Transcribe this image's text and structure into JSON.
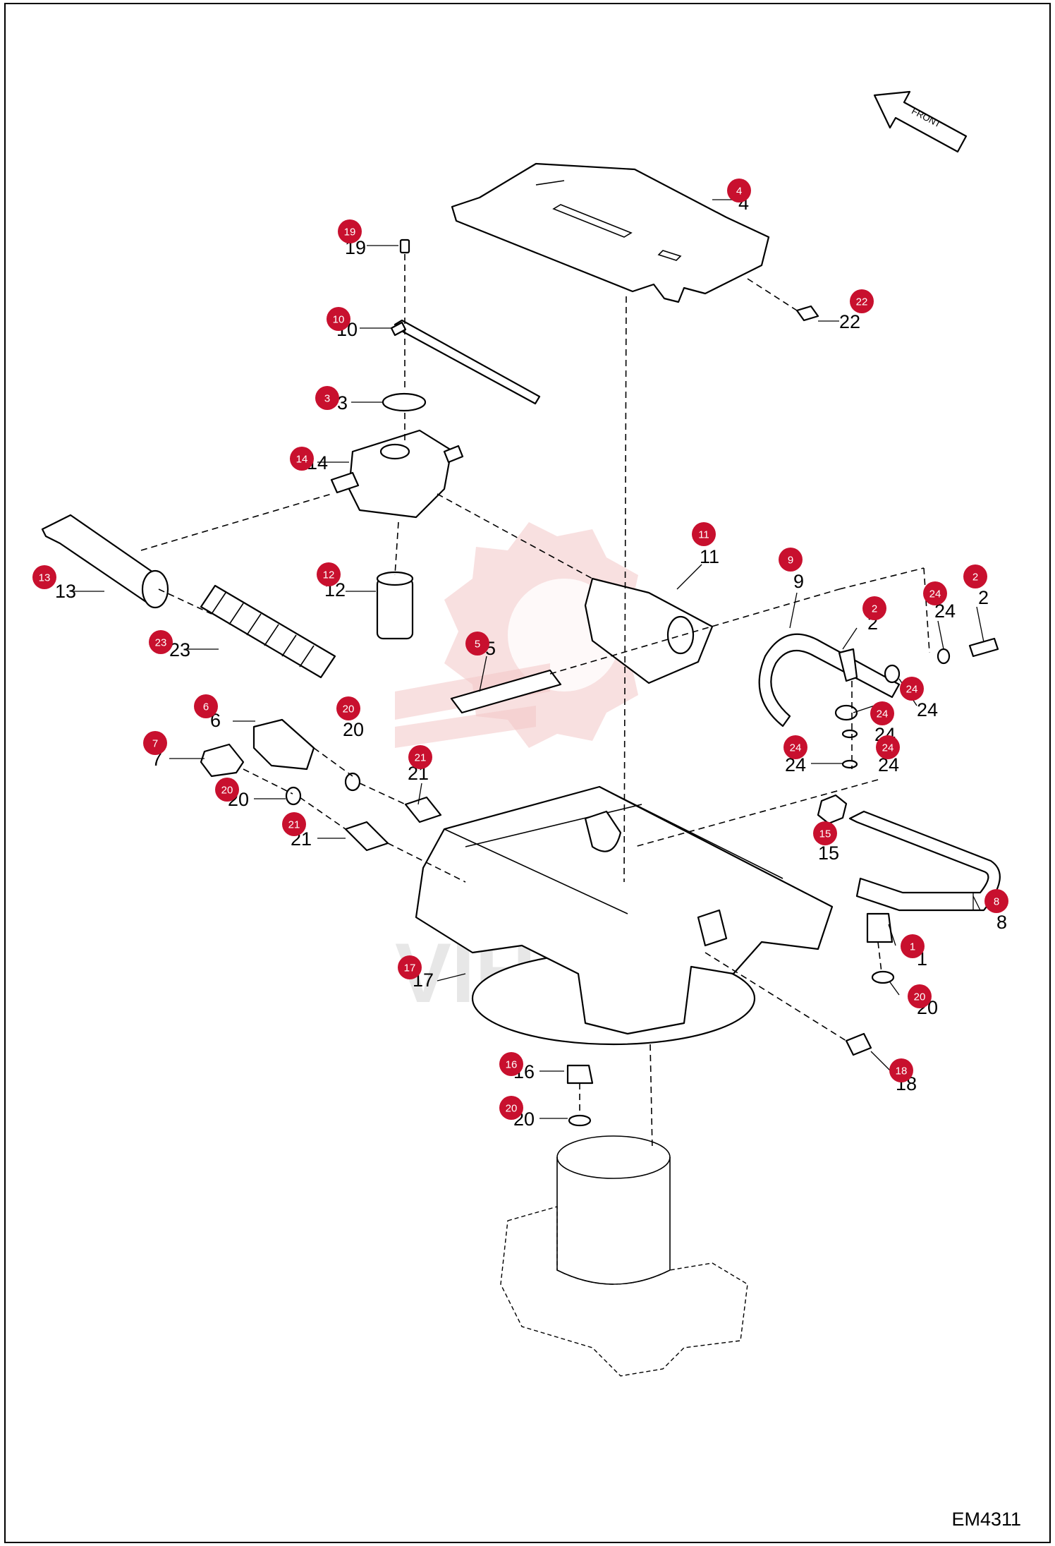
{
  "drawing_code": "EM4311",
  "front_arrow_label": "FRONT",
  "watermark_text": "VIHTEX",
  "badge_color": "#c8102e",
  "callouts": [
    {
      "id": "4",
      "label": "4"
    },
    {
      "id": "19",
      "label": "19"
    },
    {
      "id": "22",
      "label": "22"
    },
    {
      "id": "10",
      "label": "10"
    },
    {
      "id": "3",
      "label": "3"
    },
    {
      "id": "14",
      "label": "14"
    },
    {
      "id": "11",
      "label": "11"
    },
    {
      "id": "9",
      "label": "9"
    },
    {
      "id": "2a",
      "label": "2"
    },
    {
      "id": "24a",
      "label": "24"
    },
    {
      "id": "2b",
      "label": "2"
    },
    {
      "id": "13",
      "label": "13"
    },
    {
      "id": "12",
      "label": "12"
    },
    {
      "id": "24b",
      "label": "24"
    },
    {
      "id": "24c",
      "label": "24"
    },
    {
      "id": "23",
      "label": "23"
    },
    {
      "id": "5",
      "label": "5"
    },
    {
      "id": "20a",
      "label": "20"
    },
    {
      "id": "6",
      "label": "6"
    },
    {
      "id": "24d",
      "label": "24"
    },
    {
      "id": "24e",
      "label": "24"
    },
    {
      "id": "7",
      "label": "7"
    },
    {
      "id": "21a",
      "label": "21"
    },
    {
      "id": "20b",
      "label": "20"
    },
    {
      "id": "21b",
      "label": "21"
    },
    {
      "id": "15",
      "label": "15"
    },
    {
      "id": "8",
      "label": "8"
    },
    {
      "id": "1",
      "label": "1"
    },
    {
      "id": "17",
      "label": "17"
    },
    {
      "id": "20c",
      "label": "20"
    },
    {
      "id": "18",
      "label": "18"
    },
    {
      "id": "16",
      "label": "16"
    },
    {
      "id": "20d",
      "label": "20"
    }
  ]
}
